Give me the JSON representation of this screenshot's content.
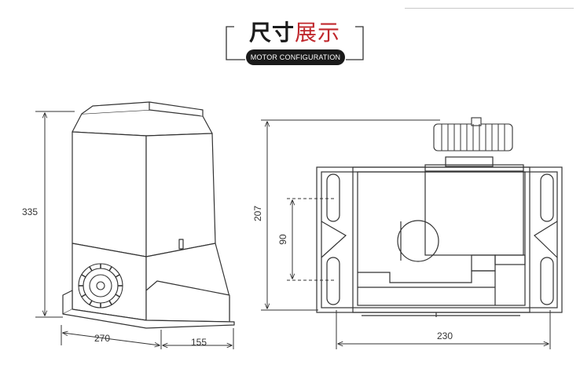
{
  "header": {
    "title_part1": "尺寸",
    "title_part2": "展示",
    "subtitle": "MOTOR CONFIGURATION"
  },
  "dimensions": {
    "height_side": "335",
    "base_length": "270",
    "depth": "155",
    "height_top": "207",
    "mount_spacing": "90",
    "width_top": "230"
  },
  "colors": {
    "title_accent": "#c0282d",
    "badge_bg": "#1a1a1a",
    "line": "#333333"
  }
}
